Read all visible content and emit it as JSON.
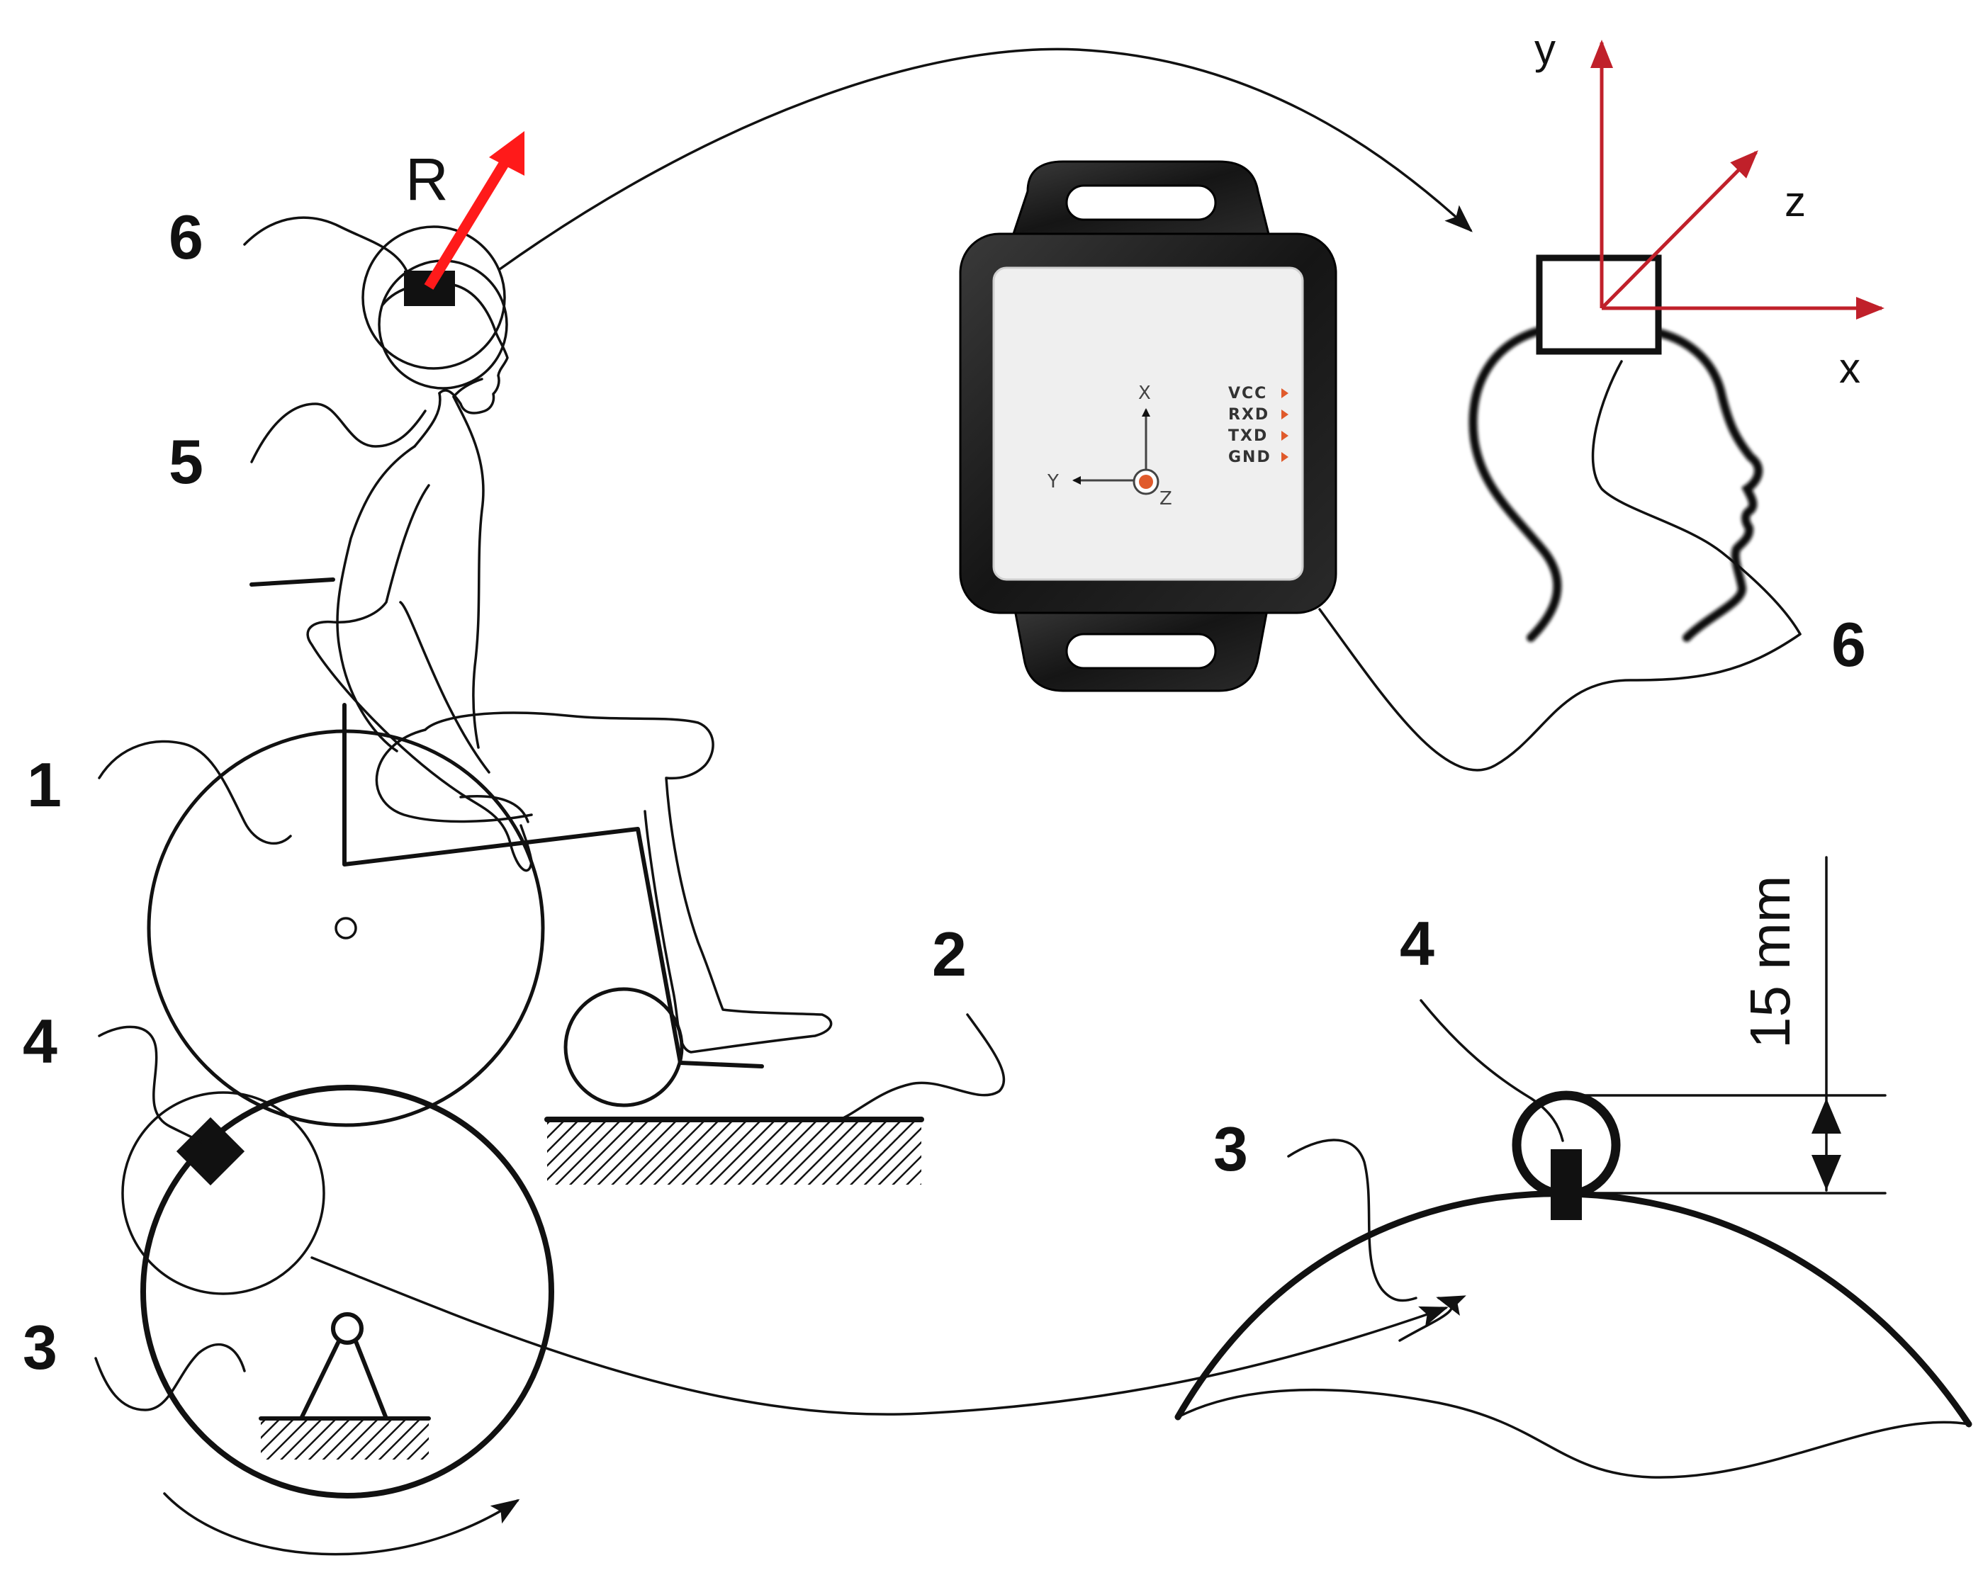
{
  "labels": {
    "num_1": "1",
    "num_2": "2",
    "num_3_left": "3",
    "num_3_right": "3",
    "num_4_left": "4",
    "num_4_right": "4",
    "num_5": "5",
    "num_6_left": "6",
    "num_6_right": "6",
    "rotation": "R",
    "dimension": "15 mm"
  },
  "head_axes": {
    "x": "x",
    "y": "y",
    "z": "z"
  },
  "device": {
    "pins": [
      "VCC",
      "RXD",
      "TXD",
      "GND"
    ],
    "axes": {
      "x": "X",
      "y": "Y",
      "z": "Z"
    }
  },
  "colors": {
    "accent_red": "#c0202a",
    "arrow_red": "#ff1a1a",
    "pin_marker": "#e05a2b",
    "ink": "#111111",
    "device_body": "#1c1c1c",
    "device_face": "#efefef"
  }
}
